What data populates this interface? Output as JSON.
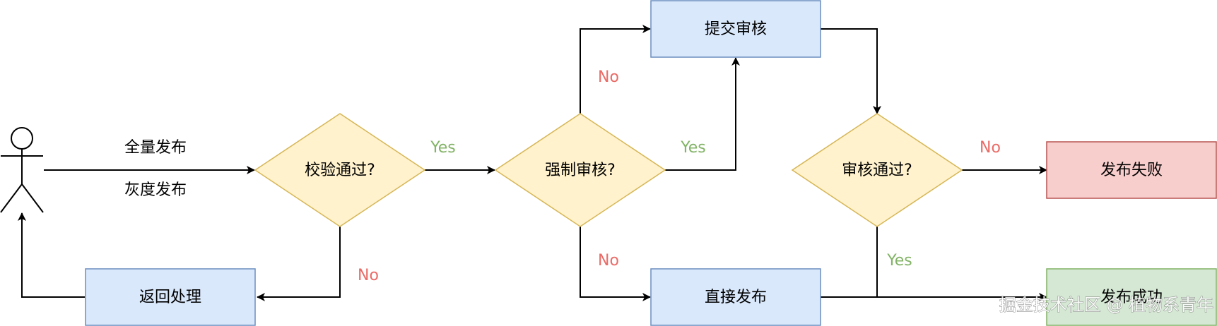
{
  "colors": {
    "process_fill": "#dae8fc",
    "process_stroke": "#6c8ebf",
    "decision_fill": "#fff2cc",
    "decision_stroke": "#d6b656",
    "fail_fill": "#f8cecc",
    "fail_stroke": "#b85450",
    "success_fill": "#d5e8d4",
    "success_stroke": "#82b366",
    "yes_text": "#82b366",
    "no_text": "#ea6b66"
  },
  "actor": {
    "icon": "stick-figure-icon",
    "labels": [
      "全量发布",
      "灰度发布"
    ]
  },
  "nodes": {
    "check_passed": "校验通过?",
    "force_review": "强制审核?",
    "submit_review": "提交审核",
    "direct_publish": "直接发布",
    "review_passed": "审核通过?",
    "publish_failed": "发布失败",
    "publish_success": "发布成功",
    "return_handling": "返回处理"
  },
  "edge_labels": {
    "check_yes": "Yes",
    "check_no": "No",
    "force_yes": "Yes",
    "force_no_up": "No",
    "force_no_down": "No",
    "review_no": "No",
    "review_yes": "Yes"
  },
  "watermark": "掘金技术社区 @ 植物系青年"
}
